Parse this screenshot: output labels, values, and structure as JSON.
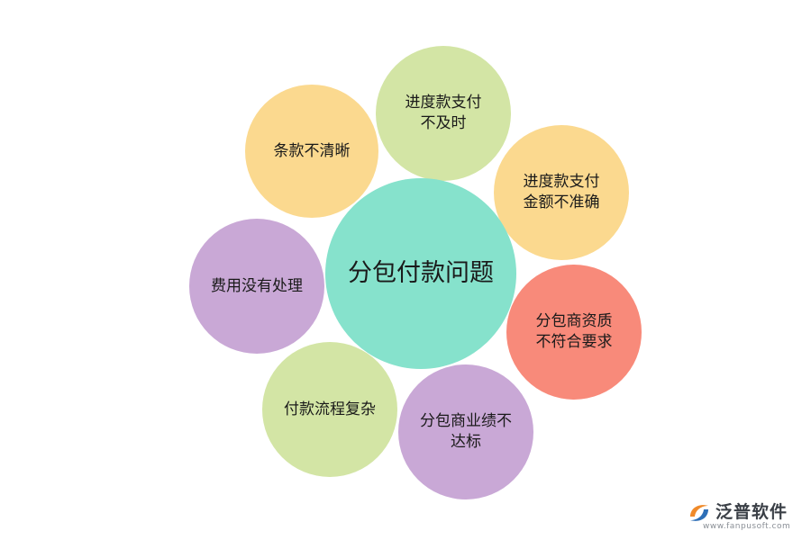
{
  "diagram": {
    "center": {
      "label": "分包付款问题",
      "color": "#86e2cc"
    },
    "nodes": [
      {
        "id": "progress-payment-late",
        "label": "进度款支付\n不及时",
        "color": "#d3e5a5"
      },
      {
        "id": "progress-payment-amount",
        "label": "进度款支付\n金额不准确",
        "color": "#fbd98f"
      },
      {
        "id": "subcontractor-qualification",
        "label": "分包商资质\n不符合要求",
        "color": "#f88a7a"
      },
      {
        "id": "subcontractor-performance",
        "label": "分包商业绩不\n达标",
        "color": "#c9a8d6"
      },
      {
        "id": "payment-process-complex",
        "label": "付款流程复杂",
        "color": "#d3e5a5"
      },
      {
        "id": "expenses-unprocessed",
        "label": "费用没有处理",
        "color": "#c9a8d6"
      },
      {
        "id": "unclear-terms",
        "label": "条款不清晰",
        "color": "#fbd98f"
      }
    ]
  },
  "watermark": {
    "brand": "泛普软件",
    "url": "www.fanpusoft.com",
    "colors": {
      "orange": "#f08a2a",
      "blue": "#2e6fb7"
    }
  }
}
